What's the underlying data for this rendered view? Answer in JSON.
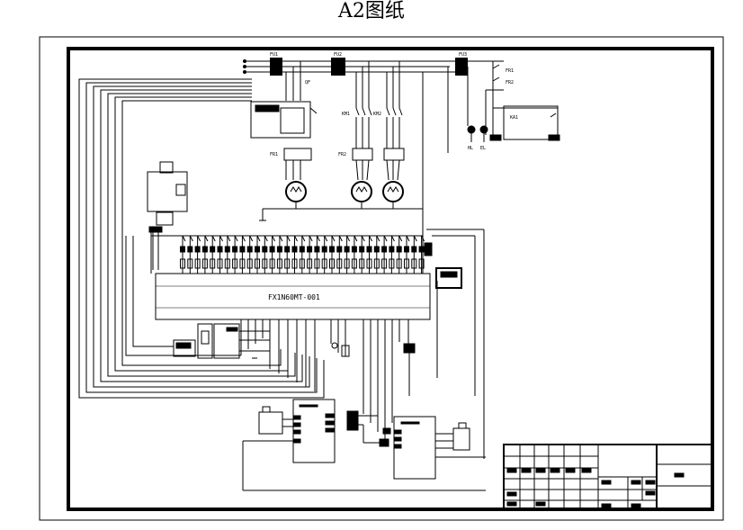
{
  "title": "A2图纸",
  "plc": {
    "model": "FX1N60MT-001"
  },
  "breakers": [
    "FU1",
    "FU2",
    "FU3"
  ],
  "qf": "QF",
  "contactors": [
    "KM1",
    "KM2"
  ],
  "relays_right": [
    "FR1",
    "FR2",
    "KA1"
  ],
  "overloads": [
    "FR1",
    "FR2"
  ],
  "lamps": [
    "HL",
    "EL"
  ],
  "colors": {
    "ink": "#000000",
    "paper": "#ffffff"
  }
}
